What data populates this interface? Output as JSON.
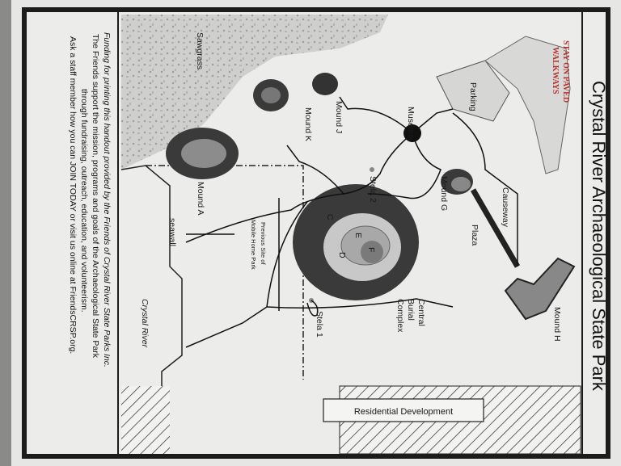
{
  "title": "Crystal River Archaeological State Park",
  "notice": {
    "line1": "STAY ON PAVED",
    "line2": "WALKWAYS",
    "color": "#b5302c"
  },
  "labels": {
    "parking": "Parking",
    "museum": "Museum",
    "mound_j": "Mound J",
    "mound_k": "Mound K",
    "sawgrass": "Sawgrass",
    "stela_2": "Stela 2",
    "mound_g": "Mound G",
    "causeway": "Causeway",
    "plaza": "Plaza",
    "mound_a": "Mound A",
    "seawall": "seawall",
    "prev_site_1": "Previous Site of",
    "prev_site_2": "Mobile Home Park",
    "c": "C",
    "d": "D",
    "e": "E",
    "f": "F",
    "central_1": "Central",
    "central_2": "Burial",
    "central_3": "Complex",
    "stela_1": "Stela 1",
    "mound_h": "Mound H",
    "crystal_river": "Crystal River",
    "residential": "Residential Development"
  },
  "footer": {
    "line1": "Funding for printing this handout provided by the Friends of Crystal River State Parks Inc.",
    "line2": "The Friends support the mission, programs and goals of the Archaeological State Park",
    "line3": "through fundraising, outreach, education, and volunteerism.",
    "line4": "Ask a staff member how you can JOIN TODAY or visit us online at FriendsCRSP.org."
  },
  "colors": {
    "mound_dark": "#3a3a3a",
    "mound_mid": "#8c8c8c",
    "mound_light": "#c4c4c4",
    "paper": "#ececea"
  }
}
